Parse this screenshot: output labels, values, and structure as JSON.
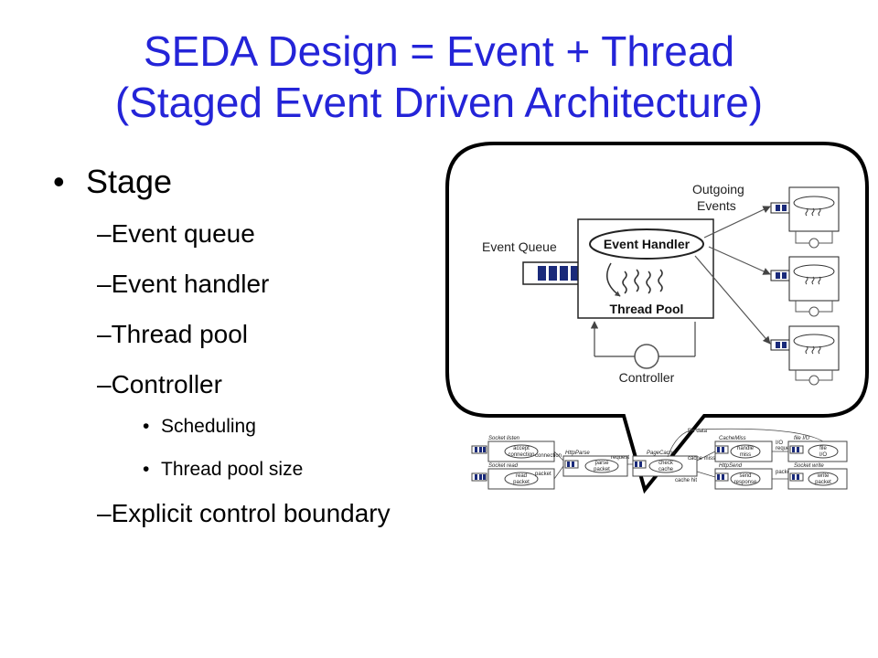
{
  "slide": {
    "title_line1": "SEDA Design = Event + Thread",
    "title_line2": "(Staged Event Driven Architecture)",
    "bullet_level1": "Stage",
    "bullets_level2a": [
      "–Event queue",
      "–Event handler",
      "–Thread pool",
      "–Controller"
    ],
    "bullets_level3": [
      "Scheduling",
      "Thread pool size"
    ],
    "bullet_level2_last": "–Explicit control boundary"
  },
  "stage_diagram": {
    "outgoing_events": [
      "Outgoing",
      "Events"
    ],
    "event_queue": "Event Queue",
    "event_handler": "Event Handler",
    "thread_pool": "Thread Pool",
    "controller": "Controller"
  },
  "pipeline_diagram": {
    "stages": {
      "socket_listen": "Socket listen",
      "accept_connection": [
        "accept",
        "connection"
      ],
      "socket_read": "Socket read",
      "read_packet": [
        "read",
        "packet"
      ],
      "http_parse": "HttpParse",
      "parse_packet": [
        "parse",
        "packet"
      ],
      "page_cache": "PageCache",
      "check_cache": [
        "check",
        "cache"
      ],
      "cache_miss": "CacheMiss",
      "handle_miss": [
        "handle",
        "miss"
      ],
      "http_send": "HttpSend",
      "send_response": [
        "send",
        "response"
      ],
      "file_io": "file I/O",
      "file_io_box": [
        "file",
        "I/O"
      ],
      "socket_write": "Socket write",
      "write_packet": [
        "write",
        "packet"
      ]
    },
    "edge_labels": {
      "connection": "connection",
      "packet_left": "packet",
      "request": "request",
      "cache_miss_edge": "cache miss",
      "cache_hit": "cache hit",
      "file_data": "file data",
      "io_request": [
        "I/O",
        "request"
      ],
      "packet_right": "packet"
    }
  }
}
